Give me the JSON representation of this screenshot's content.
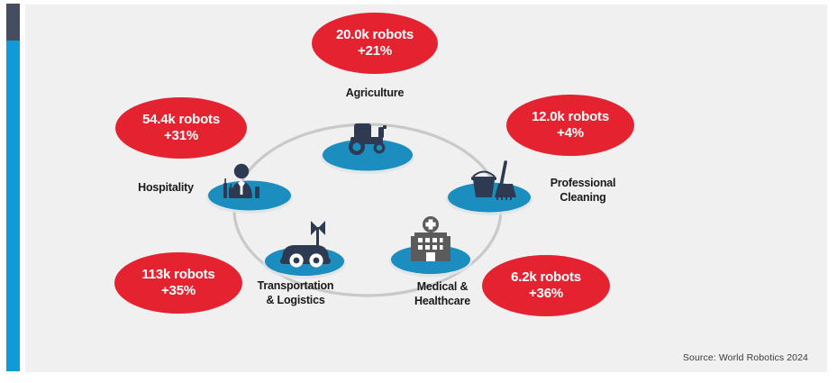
{
  "source_note": "Source: World Robotics 2024",
  "colors": {
    "bubble_red": "#e52330",
    "base_blue": "#1b8dbe",
    "base_blue_dark": "#1577a1",
    "icon_navy": "#2e3a52",
    "icon_gray": "#5b5b5b",
    "ring_gray": "#c9c9c9",
    "canvas_bg": "#f0f0f0",
    "accent_dark": "#434f61",
    "accent_blue": "#0f9bd7"
  },
  "chart_data": {
    "type": "diagram",
    "title": "",
    "categories": [
      "Agriculture",
      "Professional Cleaning",
      "Medical & Healthcare",
      "Transportation & Logistics",
      "Hospitality"
    ],
    "values": [
      20.0,
      12.0,
      6.2,
      113,
      54.4
    ],
    "units": "thousand robots",
    "growth": [
      "+21%",
      "+4%",
      "+36%",
      "+35%",
      "+31%"
    ],
    "ylabel": "",
    "xlabel": "",
    "legend": []
  },
  "segments": [
    {
      "id": "agriculture",
      "label": "Agriculture",
      "icon": "tractor-icon",
      "robots": "20.0k robots",
      "growth": "+21%"
    },
    {
      "id": "professional-cleaning",
      "label": "Professional\nCleaning",
      "icon": "mop-bucket-icon",
      "robots": "12.0k robots",
      "growth": "+4%"
    },
    {
      "id": "medical-healthcare",
      "label": "Medical &\nHealthcare",
      "icon": "hospital-icon",
      "robots": "6.2k robots",
      "growth": "+36%"
    },
    {
      "id": "transportation-logistics",
      "label": "Transportation\n& Logistics",
      "icon": "agv-robot-icon",
      "robots": "113k robots",
      "growth": "+35%"
    },
    {
      "id": "hospitality",
      "label": "Hospitality",
      "icon": "waiter-icon",
      "robots": "54.4k robots",
      "growth": "+31%"
    }
  ]
}
